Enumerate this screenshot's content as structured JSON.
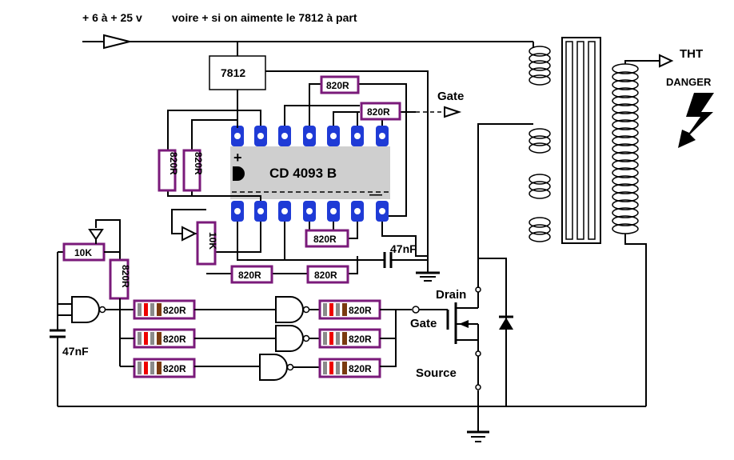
{
  "header": {
    "supply": "+ 6 à + 25 v",
    "note": "voire + si on aimente le 7812 à part"
  },
  "regulator": {
    "label": "7812"
  },
  "ic": {
    "label": "CD  4093  B",
    "plus": "+",
    "minus": "—"
  },
  "resistors": {
    "r820": "820R",
    "r820_vertical": "820R",
    "r10k": "10K"
  },
  "capacitor": {
    "label": "47nF"
  },
  "mosfet": {
    "drain": "Drain",
    "gate": "Gate",
    "source": "Source"
  },
  "output": {
    "gate": "Gate",
    "tht": "THT",
    "danger": "DANGER"
  },
  "colors": {
    "pin": "#1f3bd6",
    "resistor_border": "#7a1a7a",
    "ic_body": "#cfcfcf"
  }
}
